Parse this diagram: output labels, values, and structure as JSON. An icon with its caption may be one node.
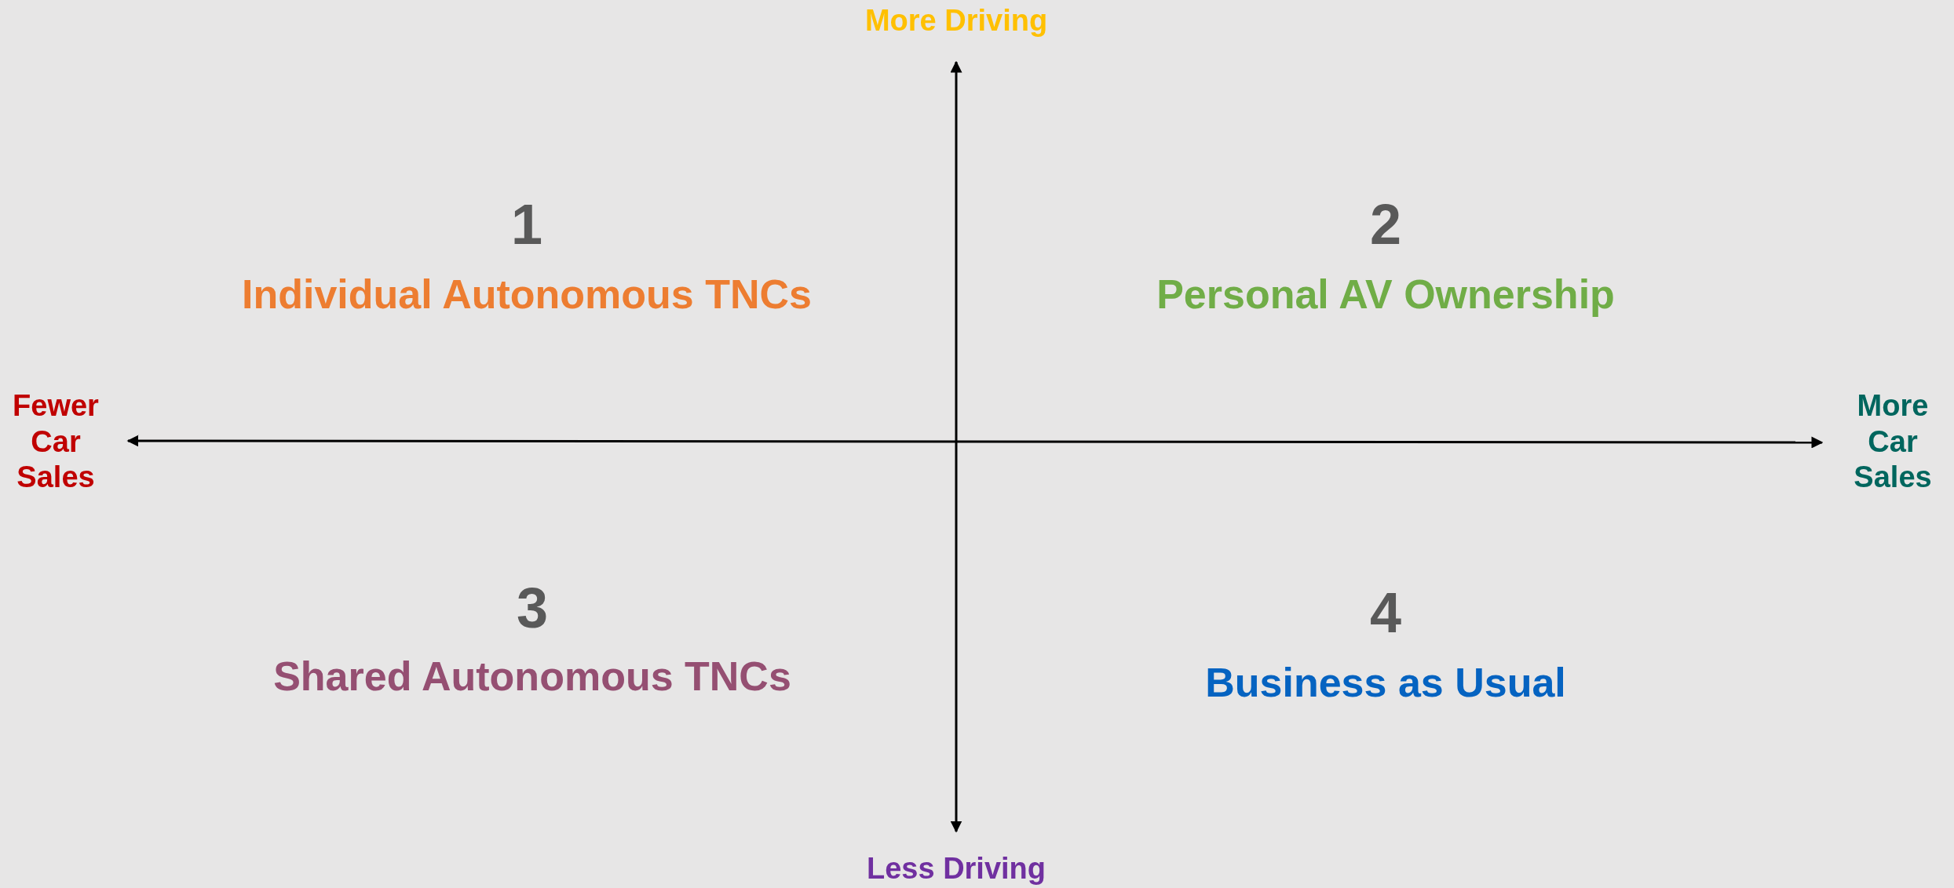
{
  "diagram": {
    "labels": [
      "More Driving",
      "1",
      "Individual Autonomous TNCs",
      "2",
      "Personal AV Ownership",
      "Fewer Car Sales",
      "More Car Sales",
      "3",
      "Shared Autonomous TNCs",
      "4",
      "Business as Usual",
      "Less Driving"
    ]
  }
}
